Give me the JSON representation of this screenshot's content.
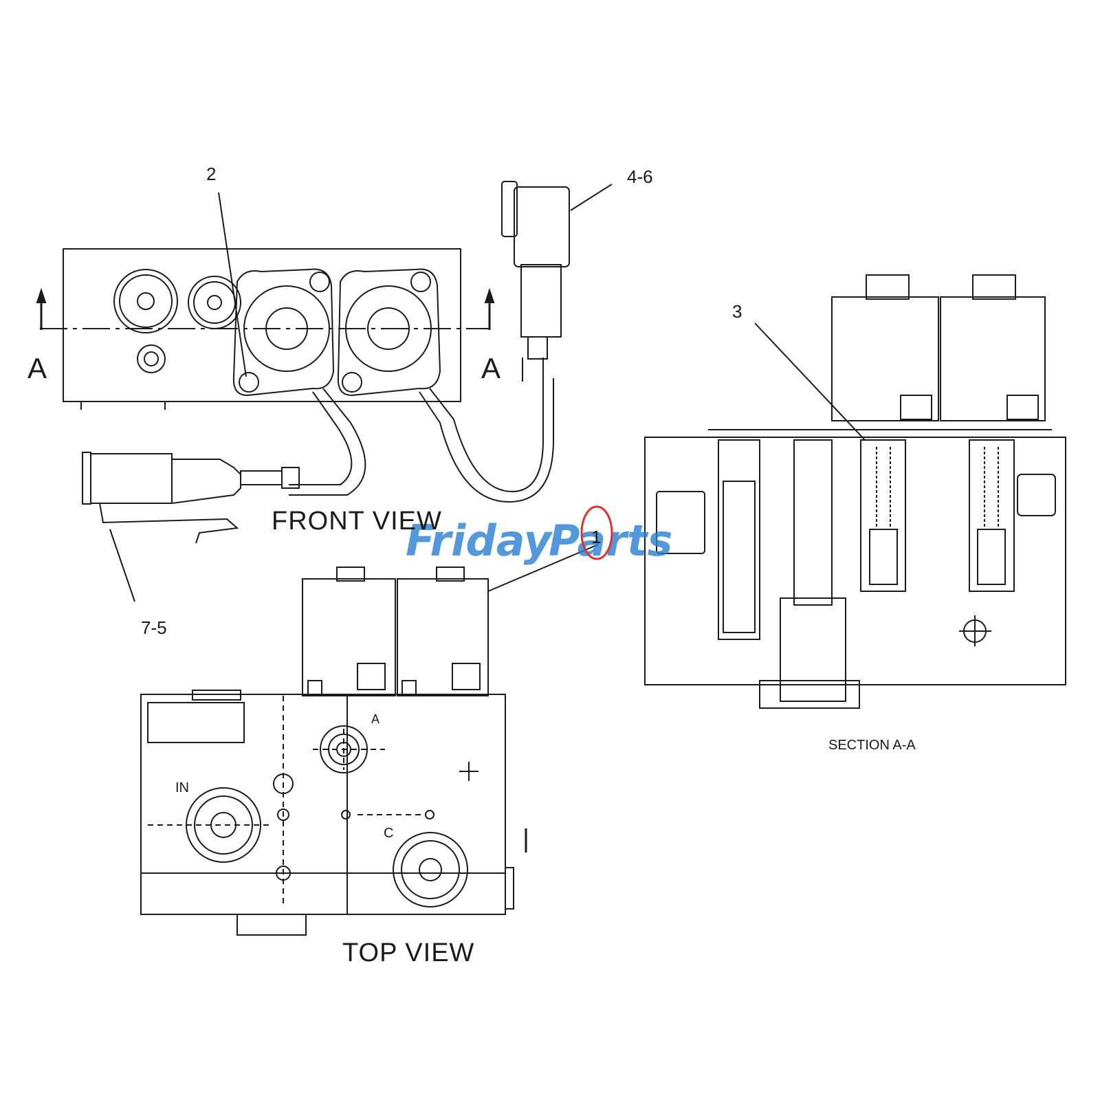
{
  "labels": {
    "front_view": "FRONT VIEW",
    "top_view": "TOP VIEW",
    "section": "SECTION A-A",
    "section_marker_left": "A",
    "section_marker_right": "A",
    "port_a": "A",
    "port_in": "IN",
    "port_c": "C"
  },
  "callouts": {
    "part_2": "2",
    "part_4_6": "4-6",
    "part_3": "3",
    "part_7_5": "7-5",
    "part_1": "1"
  },
  "watermark": {
    "text_friday": "Friday",
    "text_parts": "Parts",
    "color_primary": "#2a7fd4",
    "color_accent": "#f0a020",
    "highlight_color": "#e03030"
  }
}
